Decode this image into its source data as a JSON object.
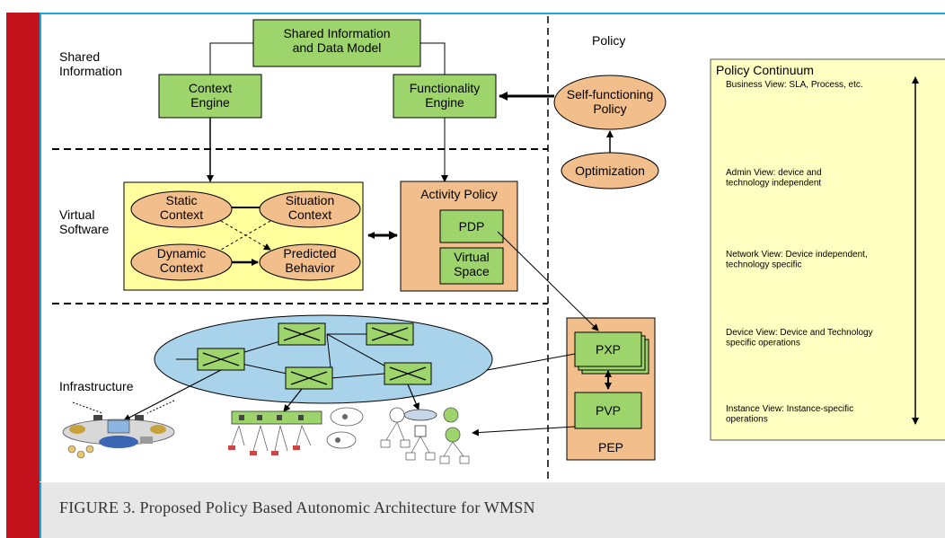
{
  "colors": {
    "red_bar": "#c4121d",
    "frame_border": "#1aa7e0",
    "green_box": "#9dd46b",
    "orange": "#f2be8c",
    "yellow_panel": "#ffff9e",
    "policy_continuum_bg": "#ffffc2",
    "cloud_blue": "#a9d3ea",
    "caption_bg": "#e7e7e7"
  },
  "layers": {
    "shared": "Shared\nInformation",
    "virtual": "Virtual\nSoftware",
    "infrastructure": "Infrastructure",
    "policy": "Policy"
  },
  "boxes": {
    "shared_model": "Shared Information\nand Data Model",
    "context_engine": "Context\nEngine",
    "functionality_engine": "Functionality\nEngine",
    "self_functioning_policy": "Self-functioning\nPolicy",
    "optimization": "Optimization",
    "static_context": "Static\nContext",
    "situation_context": "Situation\nContext",
    "dynamic_context": "Dynamic\nContext",
    "predicted_behavior": "Predicted\nBehavior",
    "activity_policy": "Activity Policy",
    "pdp": "PDP",
    "virtual_space": "Virtual\nSpace",
    "pxp": "PXP",
    "pvp": "PVP",
    "pep": "PEP"
  },
  "policy_continuum": {
    "title": "Policy Continuum",
    "views": [
      "Business View: SLA, Process, etc.",
      "Admin View: device and\ntechnology independent",
      "Network View: Device independent,\ntechnology specific",
      "Device View: Device and Technology\nspecific operations",
      "Instance View: Instance-specific\noperations"
    ]
  },
  "caption": "FIGURE 3. Proposed Policy Based Autonomic Architecture for WMSN"
}
